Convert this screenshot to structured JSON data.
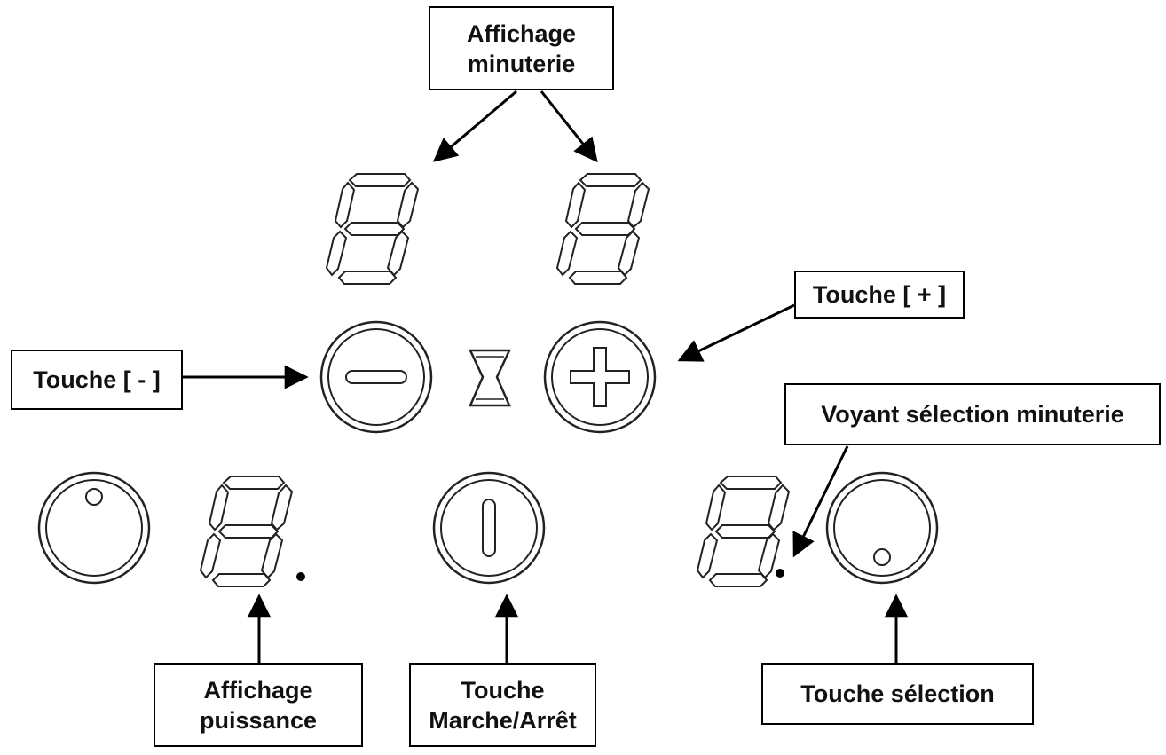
{
  "labels": {
    "affichage_minuterie": [
      "Affichage",
      "minuterie"
    ],
    "touche_plus": "Touche [ + ]",
    "touche_moins": "Touche [ - ]",
    "voyant_selection_minuterie": "Voyant sélection minuterie",
    "affichage_puissance": [
      "Affichage",
      "puissance"
    ],
    "touche_marche_arret": [
      "Touche",
      "Marche/Arrêt"
    ],
    "touche_selection": "Touche sélection"
  },
  "colors": {
    "ink": "#000000",
    "background": "#ffffff"
  },
  "icons": {
    "minus": "minus-icon",
    "plus": "plus-icon",
    "hourglass": "hourglass-icon",
    "power": "power-icon"
  }
}
